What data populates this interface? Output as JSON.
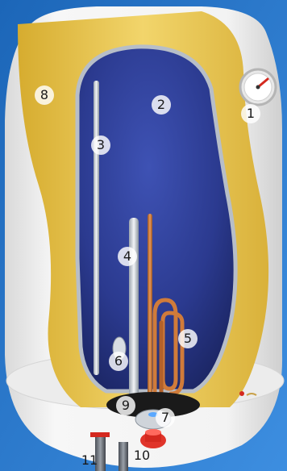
{
  "colors": {
    "background": "#1f6fc0",
    "shell": "#f4f4f4",
    "insulation": "#e9c84a",
    "tank": "#2c3a8e",
    "copper": "#c7783a",
    "valve_red": "#d4291f"
  },
  "icons": {
    "thermometer": "gauge-icon",
    "heating_element": "copper-coil-icon",
    "water_pipes": "pipe-icon"
  },
  "labels": {
    "thermometer": "1",
    "tank": "2",
    "tube_3": "3",
    "tube_4": "4",
    "heating_element": "5",
    "part_6": "6",
    "flange": "7",
    "insulation": "8",
    "part_9": "9",
    "outlet_red": "10",
    "inlet_pipe": "11"
  }
}
